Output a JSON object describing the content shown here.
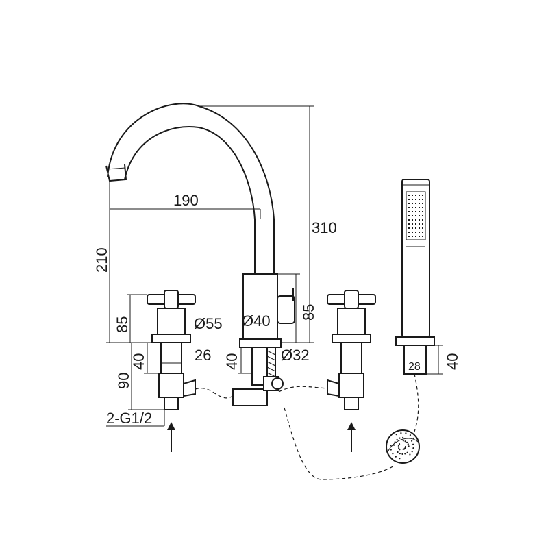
{
  "dimensions": {
    "spout_reach": "190",
    "total_height": "310",
    "spout_height": "210",
    "handle_height": "85",
    "spout_body_height": "85",
    "handle_diameter": "Ø55",
    "spout_diameter": "Ø40",
    "hole_diameter": "Ø32",
    "valve_base_height": "40",
    "valve_body_width": "26",
    "spout_base_height": "40",
    "valve_total_height": "90",
    "inlet_thread": "2-G1/2",
    "handshower_base_width": "28",
    "handshower_base_height": "40"
  },
  "icons": {
    "water_inlet": "arrow-up-icon",
    "shower_head": "shower-head-icon"
  }
}
